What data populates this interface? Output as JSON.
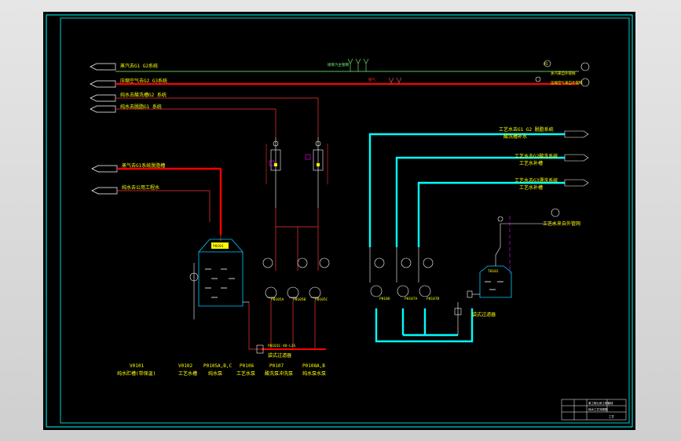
{
  "inlets": {
    "l1": "蒸汽去G1 G2系统",
    "l2": "压缩空气去G2 G3系统",
    "l3": "纯水去酸洗槽G2 系统",
    "l4": "纯水去脱脂G1 系统",
    "l5": "蒸气去G1系统脱脂槽",
    "l6": "纯水去公用工程水"
  },
  "top_notes": {
    "steam_src": "接蒸汽主管网",
    "air_src": "接气",
    "steam_right_tag": "PI",
    "right_1": "蒸汽来自外管网",
    "right_2": "压缩空气来自外管网"
  },
  "process_water": {
    "w1a": "工艺水去G1 G2 脱脂系统",
    "w1b": "酸洗槽补水",
    "w2a": "工艺水去G2酸洗系统",
    "w2b": "工艺水补槽",
    "w3a": "工艺水去G3漂洗系统",
    "w3b": "工艺水补槽",
    "w4": "工艺水来自外管网"
  },
  "tanks": {
    "v0101": "P0101",
    "v0102": "T0102"
  },
  "pumps": {
    "p1": "P0105A",
    "p2": "P0105B",
    "p3": "P0105C",
    "p4": "P0106",
    "p5": "P0107A",
    "p6": "P0107B"
  },
  "pipes": {
    "line_mid": "P0101C-40-L3S",
    "filter_left": "袋式过滤器",
    "filter_right": "袋式过滤器"
  },
  "legend": [
    {
      "tag": "V0101",
      "desc": "纯水贮槽(带保温)"
    },
    {
      "tag": "V0102",
      "desc": "工艺水槽"
    },
    {
      "tag": "P0105A,B,C",
      "desc": "纯水泵"
    },
    {
      "tag": "P0106",
      "desc": "工艺水泵"
    },
    {
      "tag": "P0107",
      "desc": "酸洗泵冲洗泵"
    },
    {
      "tag": "P0108A,B",
      "desc": "纯水泵水泵"
    }
  ],
  "title_block": {
    "r1": "某工程公用工程管线",
    "r2": "纯水工艺流程图",
    "r3": "工艺"
  }
}
